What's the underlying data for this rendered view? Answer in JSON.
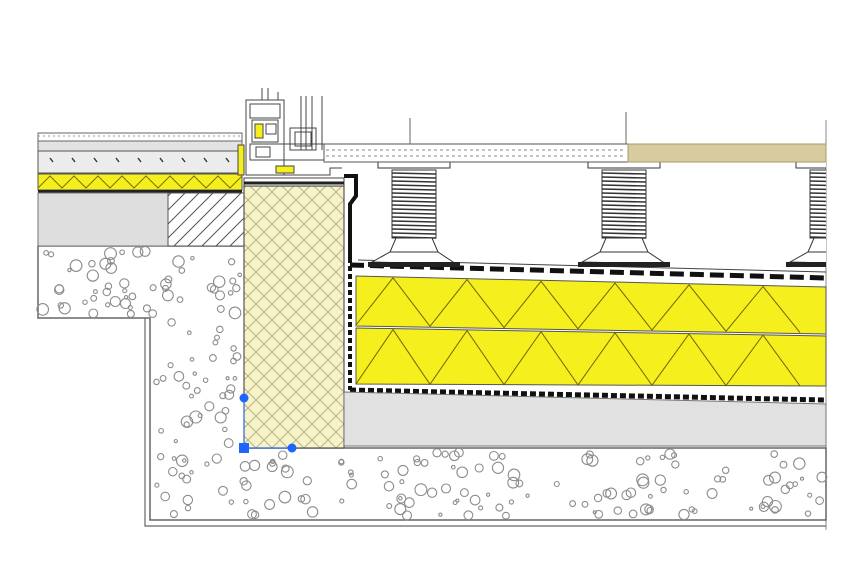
{
  "drawing": {
    "kind": "cad-section-detail",
    "colors": {
      "background": "#ffffff",
      "insulation": "#f5ef1e",
      "insulation_lines": "#8a8400",
      "concrete_fill": "#ffffff",
      "concrete_stroke": "#7a7a7a",
      "screed": "#dcdcdc",
      "hatch_fill": "#f6f3c9",
      "hatch_lines": "#b9b48a",
      "wood_deck": "#d9cba0",
      "membrane": "#111111",
      "selection_grip": "#1e64ff",
      "line": "#333333"
    },
    "elements": [
      "outdoor-deck-board",
      "adjustable-pedestal-support",
      "yellow-thermal-insulation",
      "waterproofing-membrane",
      "concrete-slab",
      "crosshatched-thermal-block",
      "window-threshold-profile",
      "indoor-floor-build-up"
    ],
    "selection": {
      "active": true,
      "grip_count": 3
    }
  }
}
